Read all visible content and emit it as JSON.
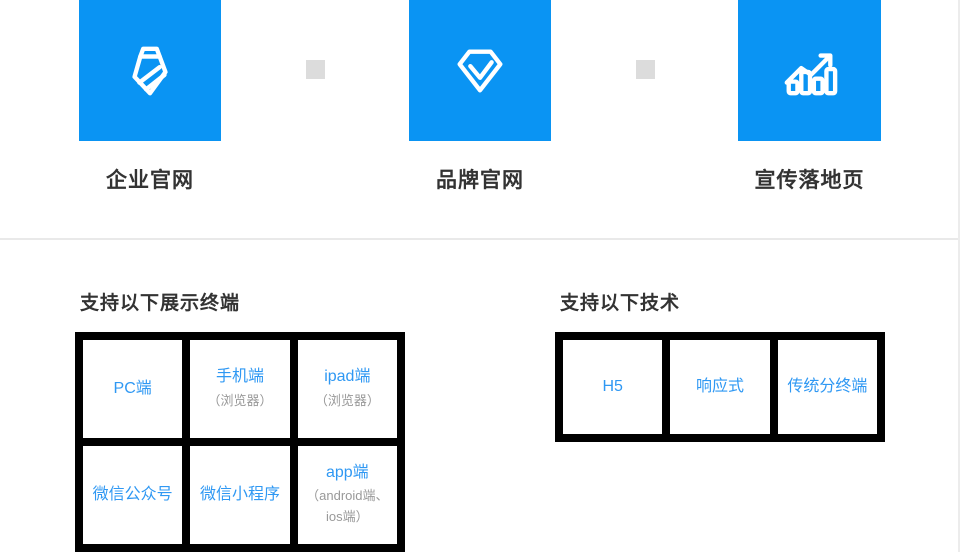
{
  "colors": {
    "accent_blue": "#0a94f3",
    "cell_text_blue": "#2f98f3",
    "muted_gray": "#999999",
    "divider": "#e9e9e9",
    "square_gray": "#dcdcdc",
    "grid_black": "#000000",
    "heading_dark": "#333333"
  },
  "services": {
    "items": [
      {
        "icon": "tie-icon",
        "label": "企业官网"
      },
      {
        "icon": "diamond-icon",
        "label": "品牌官网"
      },
      {
        "icon": "bar-chart-growth-icon",
        "label": "宣传落地页"
      }
    ]
  },
  "sections": {
    "terminals": {
      "heading": "支持以下展示终端",
      "cells": [
        {
          "title": "PC端",
          "sub": ""
        },
        {
          "title": "手机端",
          "sub": "（浏览器）"
        },
        {
          "title": "ipad端",
          "sub": "（浏览器）"
        },
        {
          "title": "微信公众号",
          "sub": ""
        },
        {
          "title": "微信小程序",
          "sub": ""
        },
        {
          "title": "app端",
          "sub": "（android端、ios端）"
        }
      ]
    },
    "technologies": {
      "heading": "支持以下技术",
      "cells": [
        {
          "title": "H5",
          "sub": ""
        },
        {
          "title": "响应式",
          "sub": ""
        },
        {
          "title": "传统分终端",
          "sub": ""
        }
      ]
    }
  }
}
